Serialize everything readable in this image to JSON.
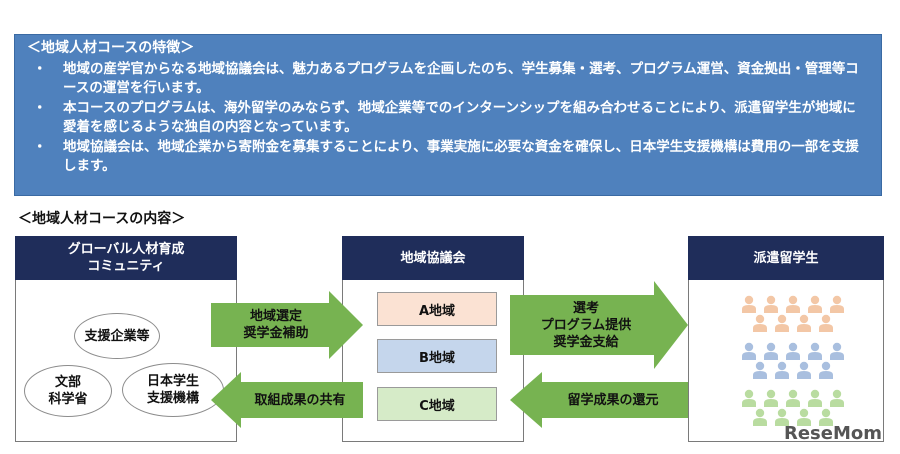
{
  "features": {
    "title": "＜地域人材コースの特徴＞",
    "bullet_mark": "・",
    "bullets": [
      "地域の産学官からなる地域協議会は、魅力あるプログラムを企画したのち、学生募集・選考、プログラム運営、資金拠出・管理等コースの運営を行います。",
      "本コースのプログラムは、海外留学のみならず、地域企業等でのインターンシップを組み合わせることにより、派遣留学生が地域に愛着を感じるような独自の内容となっています。",
      "地域協議会は、地域企業から寄附金を募集することにより、事業実施に必要な資金を確保し、日本学生支援機構は費用の一部を支援します。"
    ]
  },
  "content_title": "＜地域人材コースの内容＞",
  "left_panel": {
    "header": "グローバル人材育成\nコミュニティ",
    "ovals": [
      "支援企業等",
      "文部\n科学省",
      "日本学生\n支援機構"
    ]
  },
  "middle_panel": {
    "header": "地域協議会",
    "regions": [
      "A地域",
      "B地域",
      "C地域"
    ]
  },
  "right_panel": {
    "header": "派遣留学生"
  },
  "arrows": {
    "left_to_mid": "地域選定\n奨学金補助",
    "mid_to_left": "取組成果の共有",
    "mid_to_right": "選考\nプログラム提供\n奨学金支給",
    "right_to_mid": "留学成果の還元"
  },
  "watermark": "ReseMom",
  "colors": {
    "feature_bg": "#4f81bd",
    "header_bg": "#1f2d5a",
    "arrow_green": "#77b351",
    "region_a": "#fbe2d3",
    "region_b": "#c5d6ec",
    "region_c": "#d6ebc8",
    "person_orange": "#f3c7a6",
    "person_blue": "#a9bfdf",
    "person_green": "#b9dca0"
  }
}
